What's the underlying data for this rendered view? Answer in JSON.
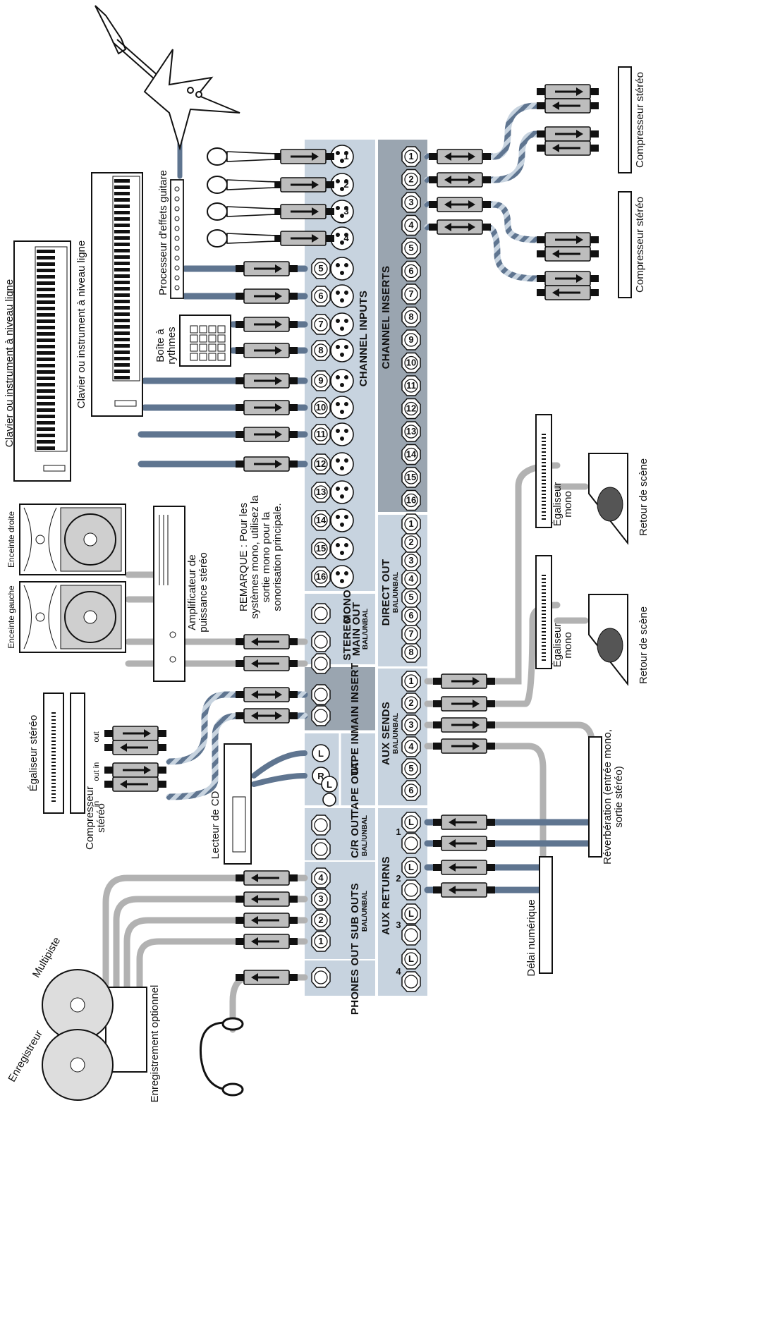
{
  "mixer": {
    "channel_inputs": "CHANNEL INPUTS",
    "channel_inserts": "CHANNEL INSERTS",
    "direct_out": "DIRECT OUT",
    "direct_out_sub": "BAL/UNBAL",
    "main_out": "MAIN OUT",
    "main_out_sub": "BAL/UNBAL",
    "stereo": "STEREO",
    "mono": "MONO",
    "main_insert": "MAIN INSERT",
    "tape_in": "TAPE IN",
    "tape_out": "TAPE OUT",
    "aux_sends": "AUX SENDS",
    "aux_sends_sub": "BAL/UNBAL",
    "cr_out": "C/R OUT",
    "cr_out_sub": "BAL/UNBAL",
    "sub_outs": "SUB OUTS",
    "sub_outs_sub": "BAL/UNBAL",
    "aux_returns": "AUX RETURNS",
    "phones_out": "PHONES OUT",
    "jack_l": "L",
    "jack_r": "R",
    "input_numbers": [
      "1",
      "2",
      "3",
      "4",
      "5",
      "6",
      "7",
      "8",
      "9",
      "10",
      "11",
      "12",
      "13",
      "14",
      "15",
      "16"
    ],
    "insert_numbers": [
      "1",
      "2",
      "3",
      "4",
      "5",
      "6",
      "7",
      "8",
      "9",
      "10",
      "11",
      "12",
      "13",
      "14",
      "15",
      "16"
    ],
    "direct_numbers": [
      "8",
      "7",
      "6",
      "5",
      "4",
      "3",
      "2",
      "1"
    ],
    "aux_send_numbers": [
      "1",
      "2",
      "3",
      "4",
      "5",
      "6"
    ],
    "sub_numbers": [
      "4",
      "3",
      "2",
      "1"
    ],
    "aux_return_groups": [
      "1",
      "2",
      "3",
      "4"
    ]
  },
  "devices": {
    "keyboard1": "Clavier ou instrument à niveau ligne",
    "keyboard2": "Clavier ou instrument à niveau ligne",
    "guitar_fx": "Processeur d'effets guitare",
    "drum_machine_1": "Boîte à",
    "drum_machine_2": "rythmes",
    "speaker_right": "Enceinte droite",
    "speaker_left": "Enceinte gauche",
    "amp_1": "Amplificateur de",
    "amp_2": "puissance stéréo",
    "note": [
      "REMARQUE : Pour les",
      "systèmes mono, utilisez la",
      "sortie mono pour la",
      "sonorisation principale."
    ],
    "eq_stereo": "Égaliseur stéréo",
    "comp_stereo_1": "Compresseur",
    "comp_stereo_2": "stéréo",
    "cd_player": "Lecteur de CD",
    "multitrack": "Multipiste",
    "recorder": "Enregistreur",
    "optional_rec": "Enregistrement optionnel",
    "compressor_r1": "Compresseur stéréo",
    "compressor_r2": "Compresseur stéréo",
    "eq_mono_1a": "Égaliseur",
    "eq_mono_1b": "mono",
    "eq_mono_2a": "Égaliseur",
    "eq_mono_2b": "mono",
    "monitor_1": "Retour de scène",
    "monitor_2": "Retour de scène",
    "reverb_1": "Réverbération (entrée mono,",
    "reverb_2": "sortie stéréo)",
    "delay": "Délai numérique",
    "in_label": "in",
    "out_label": "out"
  },
  "colors": {
    "panel_light": "#c7d3df",
    "panel_dark": "#9aa5b0",
    "cable_blue": "#5f7590",
    "cable_gray": "#b2b2b2"
  }
}
